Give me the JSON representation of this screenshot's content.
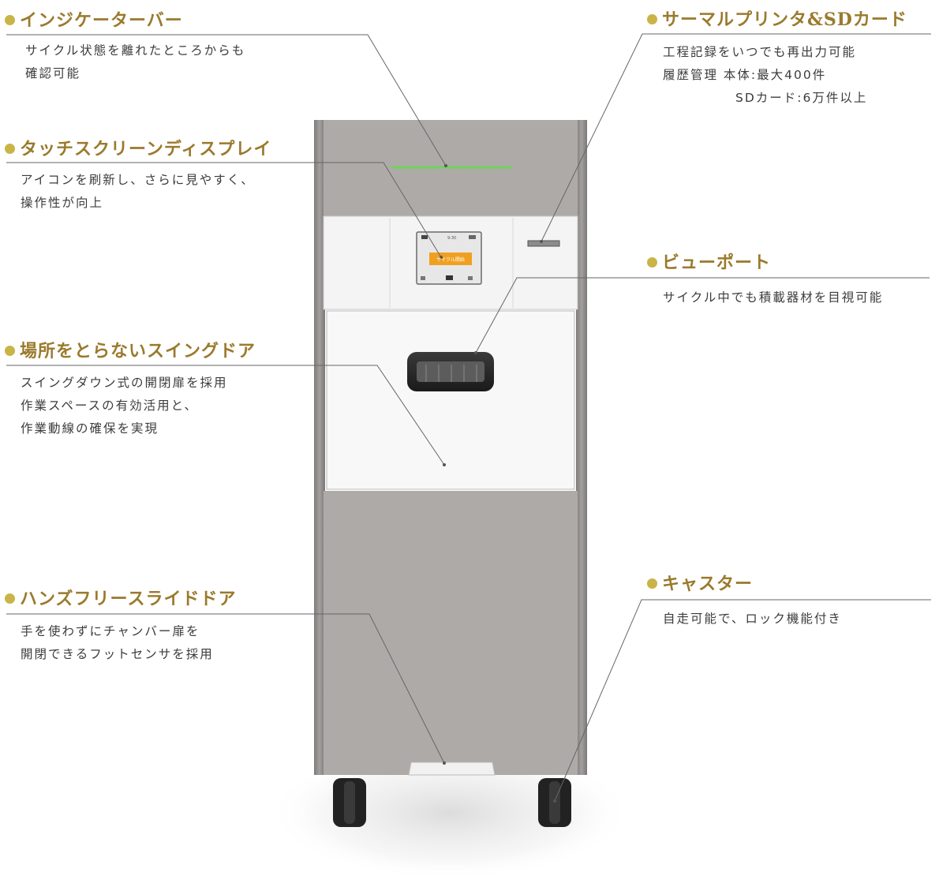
{
  "features": [
    {
      "id": "indicator",
      "title": "インジケーターバー",
      "desc": [
        "サイクル状態を離れたところからも",
        "確認可能"
      ]
    },
    {
      "id": "touchscreen",
      "title": "タッチスクリーンディスプレイ",
      "desc": [
        "アイコンを刷新し、さらに見やすく、",
        "操作性が向上"
      ]
    },
    {
      "id": "swingdoor",
      "title": "場所をとらないスイングドア",
      "desc": [
        "スイングダウン式の開閉扉を採用",
        "作業スペースの有効活用と、",
        "作業動線の確保を実現"
      ]
    },
    {
      "id": "handsfree",
      "title": "ハンズフリースライドドア",
      "desc": [
        "手を使わずにチャンバー扉を",
        "開閉できるフットセンサを採用"
      ]
    },
    {
      "id": "printer",
      "title": "サーマルプリンタ&SDカード",
      "desc": [
        "工程記録をいつでも再出力可能",
        "履歴管理 本体:最大400件",
        "SDカード:6万件以上"
      ]
    },
    {
      "id": "viewport",
      "title": "ビューポート",
      "desc": [
        "サイクル中でも積載器材を目視可能"
      ]
    },
    {
      "id": "caster",
      "title": "キャスター",
      "desc": [
        "自走可能で、ロック機能付き"
      ]
    }
  ],
  "screen": {
    "time": "9:30",
    "start_button": "サイクル開始"
  },
  "colors": {
    "accent_title": "#9a7a2c",
    "bullet": "#c9b447",
    "indicator": "#6fd35a",
    "screen_button": "#f0a020",
    "panel_gray": "#aeaaa8",
    "panel_white": "#f8f8f8"
  }
}
